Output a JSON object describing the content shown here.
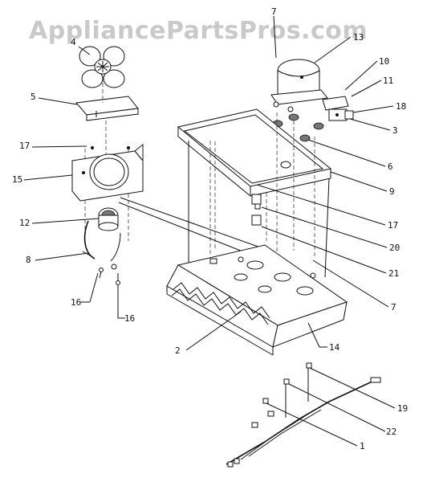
{
  "watermark": "AppliancePartsPros.com",
  "callouts": {
    "c1": "1",
    "c2": "2",
    "c3": "3",
    "c4": "4",
    "c5": "5",
    "c6": "6",
    "c7a": "7",
    "c7b": "7",
    "c8": "8",
    "c9": "9",
    "c10": "10",
    "c11": "11",
    "c12": "12",
    "c13": "13",
    "c14": "14",
    "c15": "15",
    "c16a": "16",
    "c16b": "16",
    "c17a": "17",
    "c17b": "17",
    "c18": "18",
    "c19": "19",
    "c20": "20",
    "c21": "21",
    "c22": "22"
  }
}
